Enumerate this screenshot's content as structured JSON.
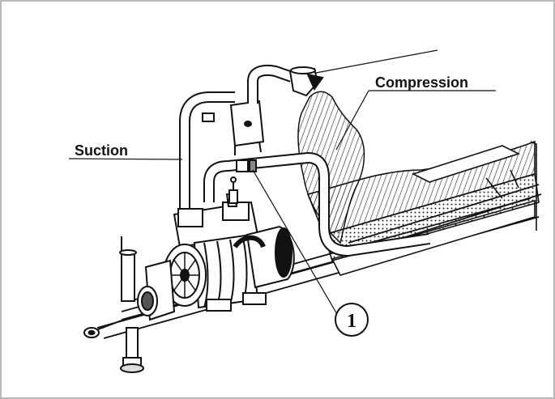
{
  "labels": {
    "compression": "Compression",
    "suction": "Suction",
    "callout_number": "1"
  },
  "colors": {
    "frame": "#b9b9b9",
    "ink": "#111111",
    "background": "#ffffff"
  }
}
